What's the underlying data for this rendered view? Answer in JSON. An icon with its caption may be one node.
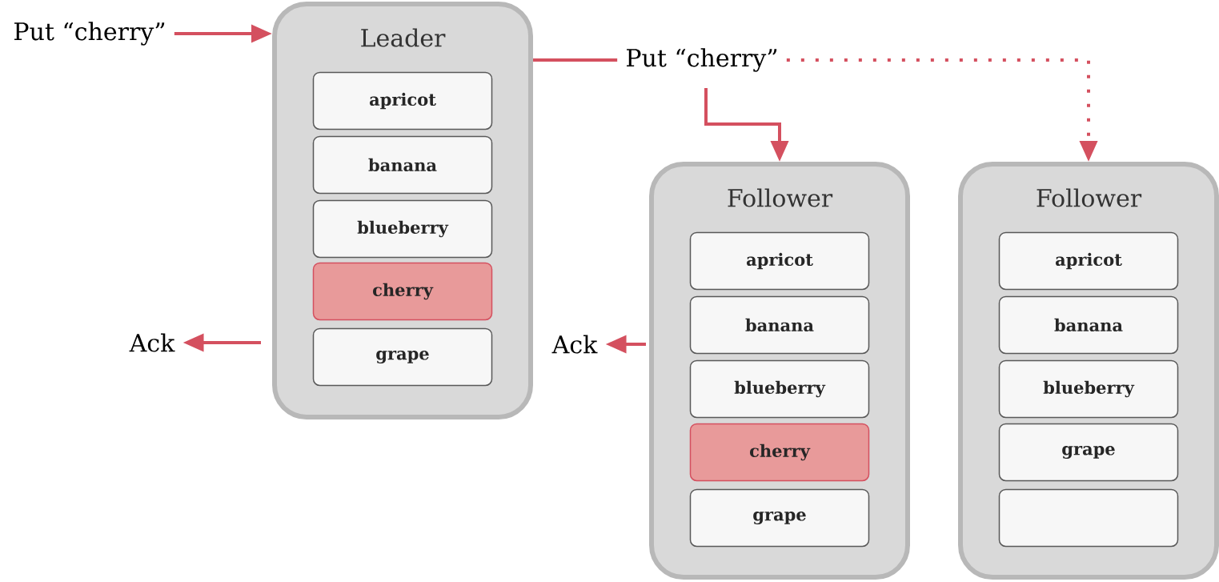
{
  "diagram": {
    "nodes": [
      {
        "text": [
          "Put “cherry”"
        ]
      },
      {
        "text": [
          "Leader"
        ]
      },
      {
        "text": [
          "apricot"
        ],
        "in": 1
      },
      {
        "text": [
          "banana"
        ],
        "in": 1
      },
      {
        "text": [
          "blueberry"
        ],
        "in": 1
      },
      {
        "text": [
          "cherry"
        ],
        "in": 1
      },
      {
        "text": [
          "grape"
        ],
        "in": 1
      },
      {
        "text": [
          "Ack"
        ]
      },
      {
        "text": [
          "Put “cherry”"
        ]
      },
      {
        "text": [
          "Follower"
        ]
      },
      {
        "text": [
          "apricot"
        ],
        "in": 9
      },
      {
        "text": [
          "banana"
        ],
        "in": 9
      },
      {
        "text": [
          "blueberry"
        ],
        "in": 9
      },
      {
        "text": [
          "cherry"
        ],
        "in": 9
      },
      {
        "text": [
          "grape"
        ],
        "in": 9
      },
      {
        "text": [
          "Ack"
        ]
      },
      {
        "text": [
          "Follower"
        ]
      },
      {
        "text": [
          "apricot"
        ],
        "in": 16
      },
      {
        "text": [
          "banana"
        ],
        "in": 16
      },
      {
        "text": [
          "blueberry"
        ],
        "in": 16
      },
      {
        "text": [
          "grape"
        ],
        "in": 16
      },
      {
        "text": [],
        "shape": "box",
        "in": 16
      }
    ],
    "edges": [
      {
        "from": 0,
        "to": 1,
        "arrow": "to"
      },
      {
        "from": 1,
        "to": 8,
        "arrow": "none"
      },
      {
        "from": 8,
        "to": 9,
        "arrow": "to"
      },
      {
        "from": 8,
        "to": 16,
        "arrow": "to",
        "style": "dashed"
      },
      {
        "from": 1,
        "to": 7,
        "arrow": "to"
      },
      {
        "from": 9,
        "to": 15,
        "arrow": "to"
      }
    ]
  }
}
